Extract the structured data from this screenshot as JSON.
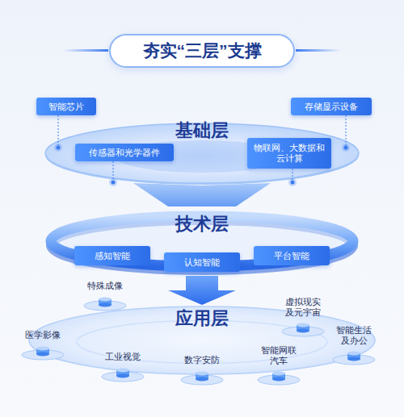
{
  "diagram": {
    "title": "夯实“三层”支撑",
    "nodes": [
      {
        "text": [
          "智能芯片"
        ]
      },
      {
        "text": [
          "存储显示设备"
        ]
      },
      {
        "text": [
          "基础层"
        ]
      },
      {
        "text": [
          "传感器和光学器件"
        ],
        "in": 2
      },
      {
        "text": [
          "物联网、大数据和 云计算"
        ],
        "in": 2
      },
      {
        "text": [
          "技术层"
        ]
      },
      {
        "text": [
          "感知智能"
        ],
        "in": 5
      },
      {
        "text": [
          "认知智能"
        ],
        "in": 5
      },
      {
        "text": [
          "平台智能"
        ],
        "in": 5
      },
      {
        "text": [
          "应用层"
        ]
      },
      {
        "text": [
          "特殊成像"
        ],
        "in": 9
      },
      {
        "text": [
          "虚拟现实 及元宇宙"
        ],
        "in": 9
      },
      {
        "text": [
          "医学影像"
        ],
        "in": 9
      },
      {
        "text": [
          "智能生活 及办公"
        ],
        "in": 9
      },
      {
        "text": [
          "工业视觉"
        ],
        "in": 9
      },
      {
        "text": [
          "数字安防"
        ],
        "in": 9
      },
      {
        "text": [
          "智能网联 汽车"
        ],
        "in": 9
      }
    ],
    "edges": [
      {
        "from": 2,
        "to": 5,
        "arrow": "none"
      },
      {
        "from": 5,
        "to": 9,
        "arrow": "to"
      }
    ]
  }
}
